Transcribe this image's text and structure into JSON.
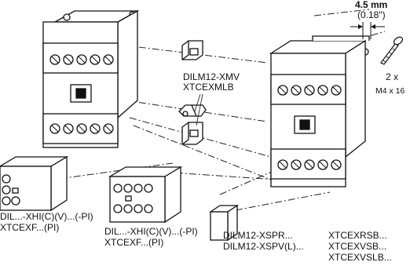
{
  "dimension": {
    "value": "4.5 mm",
    "inches": "(0.18\")"
  },
  "screw": {
    "quantity": "2 x",
    "size": "M4 x 16"
  },
  "mechanical_interlock": {
    "line1": "DILM12-XMV",
    "line2": "XTCEXMLB"
  },
  "aux_contact_left": {
    "line1": "DIL...-XHI(C)(V)...(-PI)",
    "line2": "XTCEXF...(PI)"
  },
  "aux_contact_middle": {
    "line1": "DIL...-XHI(C)(V)...(-PI)",
    "line2": "XTCEXF...(PI)"
  },
  "suppressor": {
    "line1": "DILM12-XSPR...",
    "line2": "DILM12-XSPV(L)..."
  },
  "suppressor_alt": {
    "line1": "XTCEXRSB...",
    "line2": "XTCEXVSB...",
    "line3": "XTCEXVSLB..."
  }
}
